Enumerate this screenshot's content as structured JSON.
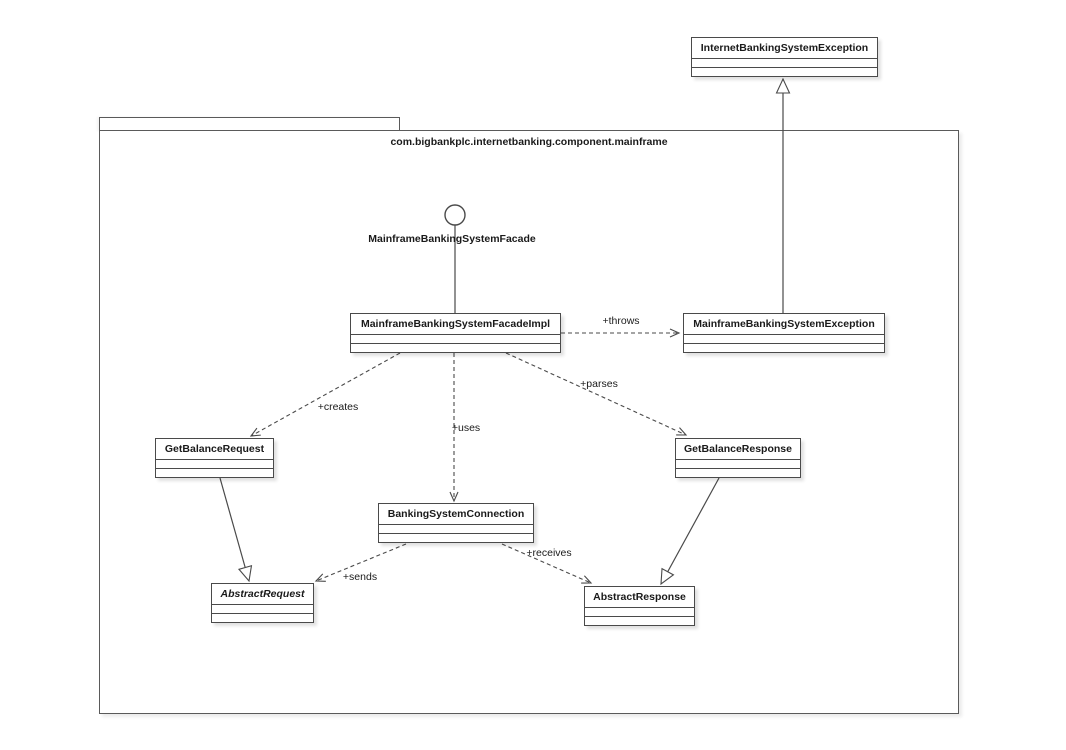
{
  "diagram": {
    "kind": "UML class diagram",
    "package": {
      "label": "com.bigbankplc.internetbanking.component.mainframe"
    },
    "lollipop_interface": {
      "label": "MainframeBankingSystemFacade"
    },
    "classes": {
      "internetBankingSystemException": {
        "name": "InternetBankingSystemException",
        "abstract": false,
        "inside_package": false
      },
      "mainframeBankingSystemFacadeImpl": {
        "name": "MainframeBankingSystemFacadeImpl",
        "abstract": false,
        "inside_package": true
      },
      "mainframeBankingSystemException": {
        "name": "MainframeBankingSystemException",
        "abstract": false,
        "inside_package": true
      },
      "getBalanceRequest": {
        "name": "GetBalanceRequest",
        "abstract": false,
        "inside_package": true
      },
      "getBalanceResponse": {
        "name": "GetBalanceResponse",
        "abstract": false,
        "inside_package": true
      },
      "bankingSystemConnection": {
        "name": "BankingSystemConnection",
        "abstract": false,
        "inside_package": true
      },
      "abstractRequest": {
        "name": "AbstractRequest",
        "abstract": true,
        "inside_package": true
      },
      "abstractResponse": {
        "name": "AbstractResponse",
        "abstract": false,
        "inside_package": true
      }
    },
    "relationships": [
      {
        "from": "MainframeBankingSystemFacadeImpl",
        "to": "MainframeBankingSystemException",
        "type": "dependency",
        "style": "dashed",
        "label": "+throws"
      },
      {
        "from": "MainframeBankingSystemFacadeImpl",
        "to": "GetBalanceRequest",
        "type": "dependency",
        "style": "dashed",
        "label": "+creates"
      },
      {
        "from": "MainframeBankingSystemFacadeImpl",
        "to": "BankingSystemConnection",
        "type": "dependency",
        "style": "dashed",
        "label": "+uses"
      },
      {
        "from": "MainframeBankingSystemFacadeImpl",
        "to": "GetBalanceResponse",
        "type": "dependency",
        "style": "dashed",
        "label": "+parses"
      },
      {
        "from": "BankingSystemConnection",
        "to": "AbstractRequest",
        "type": "dependency",
        "style": "dashed",
        "label": "+sends"
      },
      {
        "from": "BankingSystemConnection",
        "to": "AbstractResponse",
        "type": "dependency",
        "style": "dashed",
        "label": "+receives"
      },
      {
        "from": "MainframeBankingSystemException",
        "to": "InternetBankingSystemException",
        "type": "generalization",
        "style": "solid",
        "label": ""
      },
      {
        "from": "GetBalanceRequest",
        "to": "AbstractRequest",
        "type": "generalization",
        "style": "solid",
        "label": ""
      },
      {
        "from": "GetBalanceResponse",
        "to": "AbstractResponse",
        "type": "generalization",
        "style": "solid",
        "label": ""
      },
      {
        "from": "MainframeBankingSystemFacadeImpl",
        "to": "MainframeBankingSystemFacade",
        "type": "interface-realization",
        "style": "lollipop",
        "label": ""
      }
    ],
    "colors": {
      "background": "#ffffff",
      "box_fill": "#ffffff",
      "line": "#4a4a4a",
      "text": "#1a1a1a"
    }
  }
}
